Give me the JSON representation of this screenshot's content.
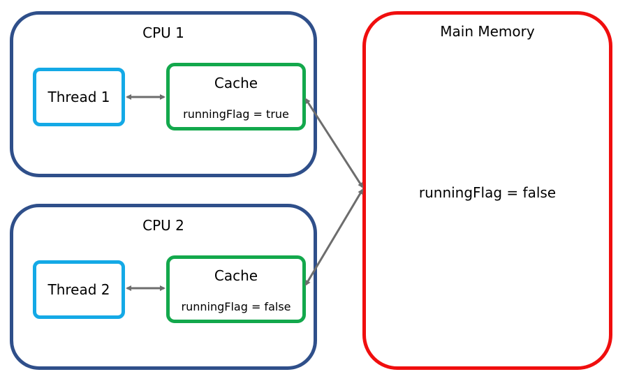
{
  "cpu1": {
    "title": "CPU 1",
    "thread": "Thread 1",
    "cache_title": "Cache",
    "cache_value": "runningFlag = true"
  },
  "cpu2": {
    "title": "CPU 2",
    "thread": "Thread 2",
    "cache_title": "Cache",
    "cache_value": "runningFlag = false"
  },
  "memory": {
    "title": "Main Memory",
    "value": "runningFlag = false"
  },
  "colors": {
    "cpu_border": "#2f4f8a",
    "thread_border": "#14a9e6",
    "cache_border": "#13a84c",
    "memory_border": "#f00e0e",
    "arrow": "#6d6d6d"
  }
}
